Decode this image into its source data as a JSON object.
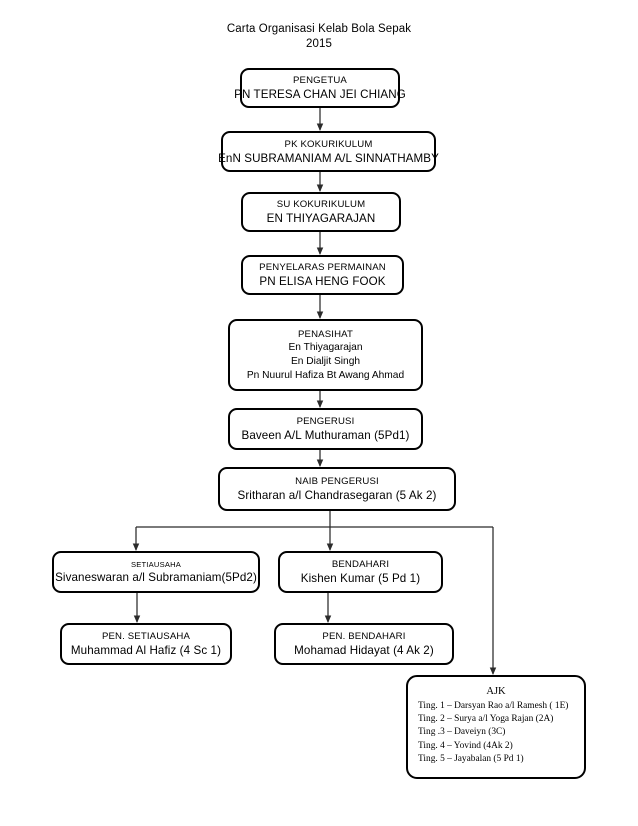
{
  "title": {
    "line1": "Carta Organisasi Kelab Bola Sepak",
    "line2": "2015"
  },
  "nodes": {
    "pengetua": {
      "role": "PENGETUA",
      "name": "PN TERESA CHAN JEI CHIANG"
    },
    "pk": {
      "role": "PK KOKURIKULUM",
      "name": "EnN SUBRAMANIAM A/L SINNATHAMBY"
    },
    "su": {
      "role": "SU KOKURIKULUM",
      "name": "EN THIYAGARAJAN"
    },
    "penyelaras": {
      "role": "PENYELARAS PERMAINAN",
      "name": "PN ELISA HENG FOOK"
    },
    "penasihat": {
      "role": "PENASIHAT",
      "name1": "En Thiyagarajan",
      "name2": "En Dialjit Singh",
      "name3": "Pn Nuurul Hafiza Bt Awang Ahmad"
    },
    "pengerusi": {
      "role": "PENGERUSI",
      "name": "Baveen A/L Muthuraman (5Pd1)"
    },
    "naib_pengerusi": {
      "role": "NAIB PENGERUSI",
      "name": "Sritharan a/l Chandrasegaran (5 Ak 2)"
    },
    "setiausaha": {
      "role": "SETIAUSAHA",
      "name": "Sivaneswaran  a/l Subramaniam(5Pd2)"
    },
    "bendahari": {
      "role": "BENDAHARI",
      "name": "Kishen Kumar (5 Pd 1)"
    },
    "pen_setiausaha": {
      "role": "PEN. SETIAUSAHA",
      "name": "Muhammad Al Hafiz (4 Sc 1)"
    },
    "pen_bendahari": {
      "role": "PEN. BENDAHARI",
      "name": "Mohamad Hidayat (4 Ak 2)"
    },
    "ajk": {
      "role": "AJK",
      "members": [
        "Ting. 1 – Darsyan Rao a/l Ramesh (  1E)",
        "Ting. 2 – Surya a/l Yoga Rajan (2A)",
        "Ting .3  –  Daveiyn (3C)",
        "Ting. 4  –  Yovind (4Ak 2)",
        "Ting. 5  –  Jayabalan (5 Pd 1)"
      ]
    }
  },
  "colors": {
    "stroke": "#000000",
    "background": "#ffffff",
    "text": "#000000"
  }
}
